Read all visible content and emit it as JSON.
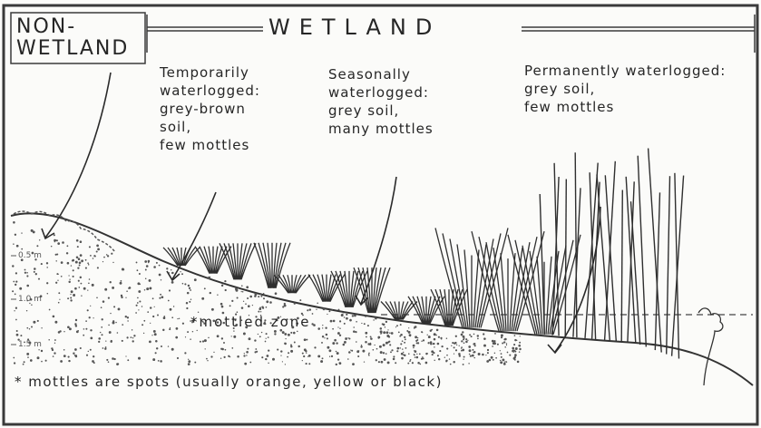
{
  "headings": {
    "non_wetland": "NON-\nWETLAND",
    "wetland": "WETLAND"
  },
  "zones": [
    {
      "id": "temporary",
      "text": "Temporarily\nwaterlogged:\ngrey-brown\n    soil,\nfew mottles"
    },
    {
      "id": "seasonal",
      "text": "Seasonally\nwaterlogged:\ngrey soil,\nmany mottles"
    },
    {
      "id": "permanent",
      "text": "Permanently waterlogged:\ngrey  soil,\nfew  mottles"
    }
  ],
  "depth_labels": [
    "0.5 m",
    "1.0 m",
    "1.5 m"
  ],
  "mottled_zone": "*mottled zone",
  "footnote": "* mottles are spots (usually orange, yellow or black)",
  "colors": {
    "ink": "#262626",
    "frame": "#3a3a3a",
    "stipple": "#555555"
  }
}
